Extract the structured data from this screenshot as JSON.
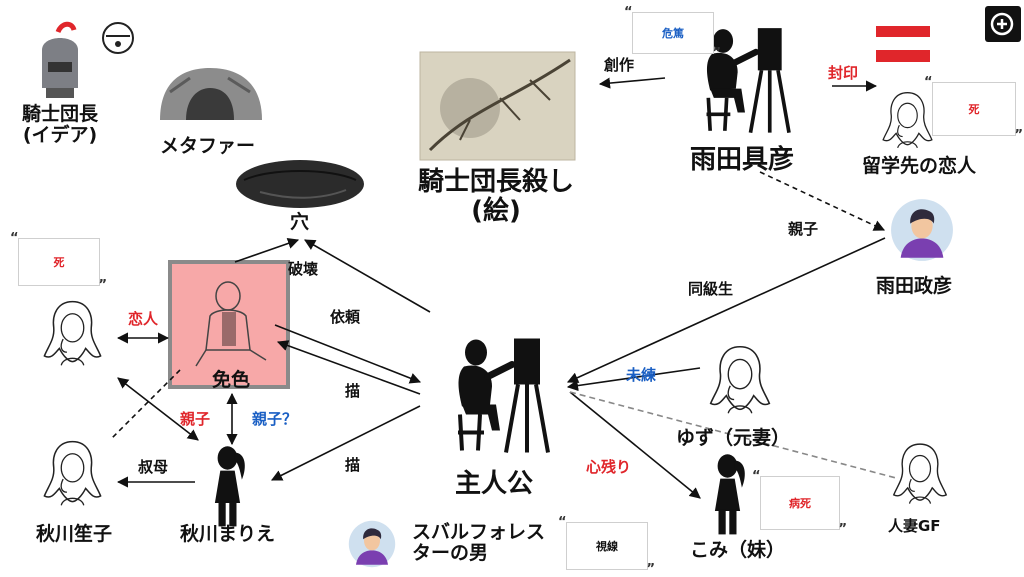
{
  "nodes": {
    "knight": "騎士団長\n(イデア)",
    "metaphor": "メタファー",
    "painting": "騎士団長殺し\n(絵)",
    "hole": "穴",
    "amada_tomohiko": "雨田具彦",
    "lover_abroad": "留学先の恋人",
    "amada_masahiko": "雨田政彦",
    "menshiki": "免色",
    "protagonist": "主人公",
    "yuzu": "ゆず（元妻）",
    "komi": "こみ（妹）",
    "married_gf": "人妻GF",
    "akikawa_shoko": "秋川笙子",
    "akikawa_marie": "秋川まりえ",
    "subaru_man": "スバルフォレス\nターの男"
  },
  "edges": {
    "creation": "創作",
    "seal": "封印",
    "parent_child_1": "親子",
    "classmate": "同級生",
    "destroy": "破壊",
    "request": "依頼",
    "draw_1": "描",
    "draw_2": "描",
    "lover": "恋人",
    "parent_child_2": "親子",
    "parent_child_q": "親子？",
    "aunt": "叔母",
    "lingering": "未練",
    "regret": "心残り"
  },
  "bubbles": {
    "danger": "危篤",
    "death_1": "死",
    "death_2": "死",
    "illness": "病死",
    "gaze": "視線"
  },
  "colors": {
    "red": "#e0262b",
    "blue": "#1a5fc4",
    "menshiki_box": "#f7a8a8",
    "menshiki_border": "#8a8a8a"
  },
  "icons": [
    "knight-helmet-icon",
    "bell-icon",
    "cave-icon",
    "hole-icon",
    "painting-icon",
    "painter-icon",
    "woman-icon",
    "girl-icon",
    "man-avatar-icon",
    "flag-icon",
    "logo-icon"
  ]
}
